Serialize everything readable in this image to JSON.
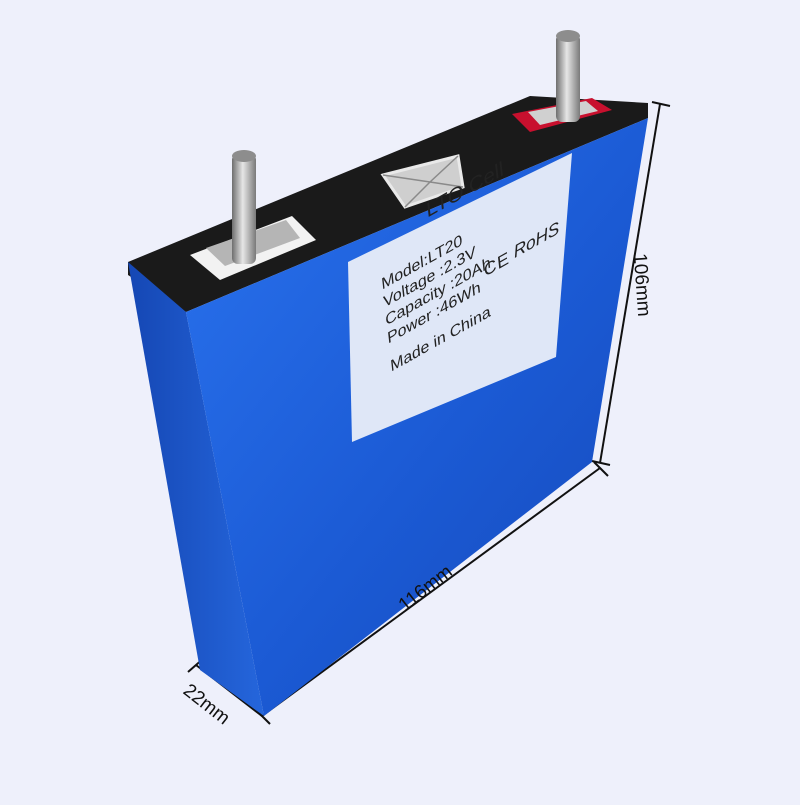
{
  "product": {
    "label": {
      "title": "LTO Cell",
      "model": "Model:LT20",
      "voltage": "Voltage :2.3V",
      "capacity": "Capacity :20Ah",
      "power": "Power :46Wh",
      "origin": "Made in China",
      "ce_mark": "CE",
      "rohs_mark": "RoHS"
    },
    "dimensions": {
      "height": "106mm",
      "length": "116mm",
      "depth": "22mm"
    },
    "colors": {
      "background": "#eef0fb",
      "casing_blue": "#1e5fd6",
      "top_cap": "#1a1a1a",
      "positive_gasket": "#c8102e",
      "negative_gasket": "#f2f2f2",
      "label_background": "#dfe7f7"
    }
  }
}
